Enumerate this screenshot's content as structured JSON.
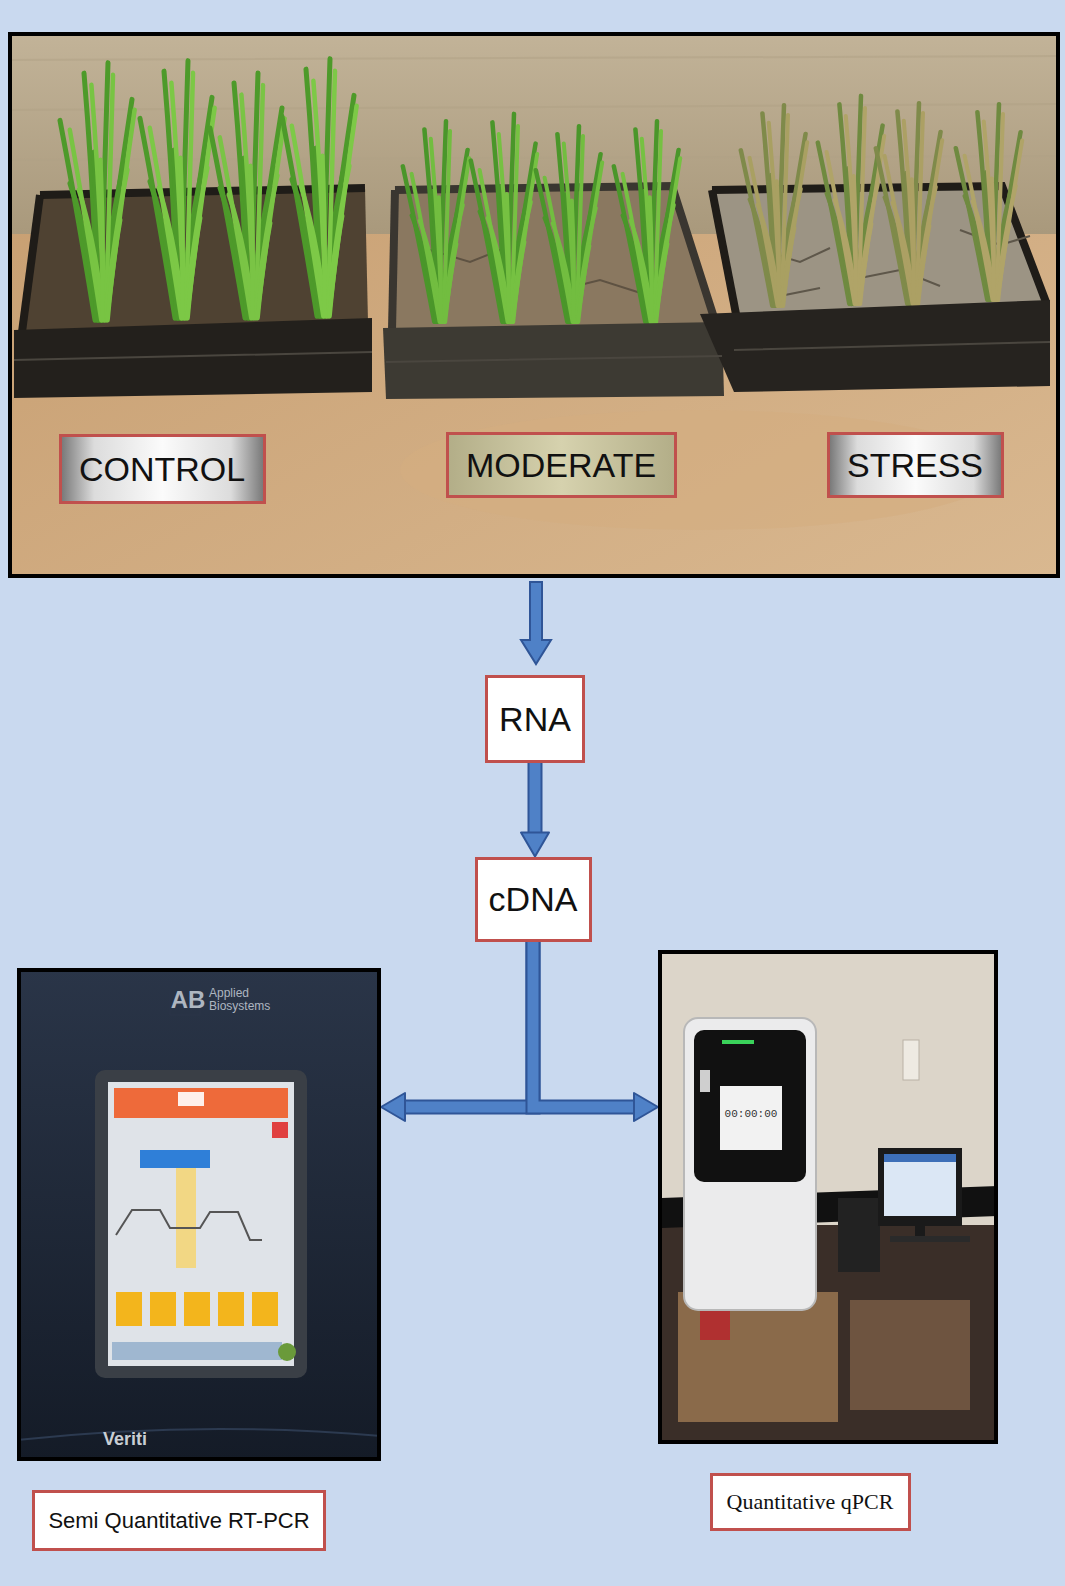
{
  "diagram": {
    "nodes": [
      {
        "text": [
          "CONTROL"
        ]
      },
      {
        "text": [
          "MODERATE"
        ]
      },
      {
        "text": [
          "STRESS"
        ]
      },
      {
        "text": [
          "RNA"
        ]
      },
      {
        "text": [
          "cDNA"
        ]
      },
      {
        "text": [
          "Semi Quantitative RT-PCR"
        ]
      },
      {
        "text": [
          "Quantitative qPCR"
        ]
      }
    ],
    "edges": [
      {
        "from": 3,
        "to": 4,
        "arrow": "to"
      },
      {
        "from": 4,
        "to": 5,
        "arrow": "to"
      },
      {
        "from": 4,
        "to": 6,
        "arrow": "to"
      }
    ],
    "labels": [
      "AB",
      "Applied Biosystems",
      "Veriti",
      "00:00:00"
    ]
  }
}
